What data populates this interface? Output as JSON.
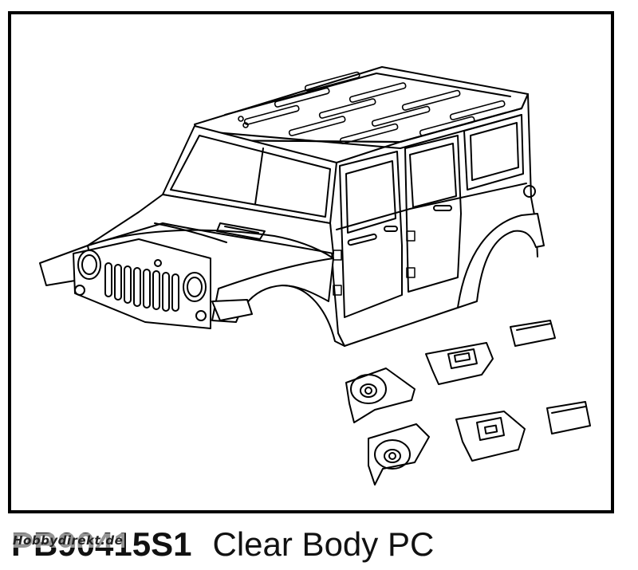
{
  "caption": {
    "part_number": "PB90415S1",
    "description": "Clear Body PC"
  },
  "watermark": {
    "text": "Hobbydirekt.de"
  },
  "illustration": {
    "subject": "Jeep-style 4-door clear body shell with accessory parts",
    "line_color": "#000000",
    "background_color": "#ffffff"
  }
}
